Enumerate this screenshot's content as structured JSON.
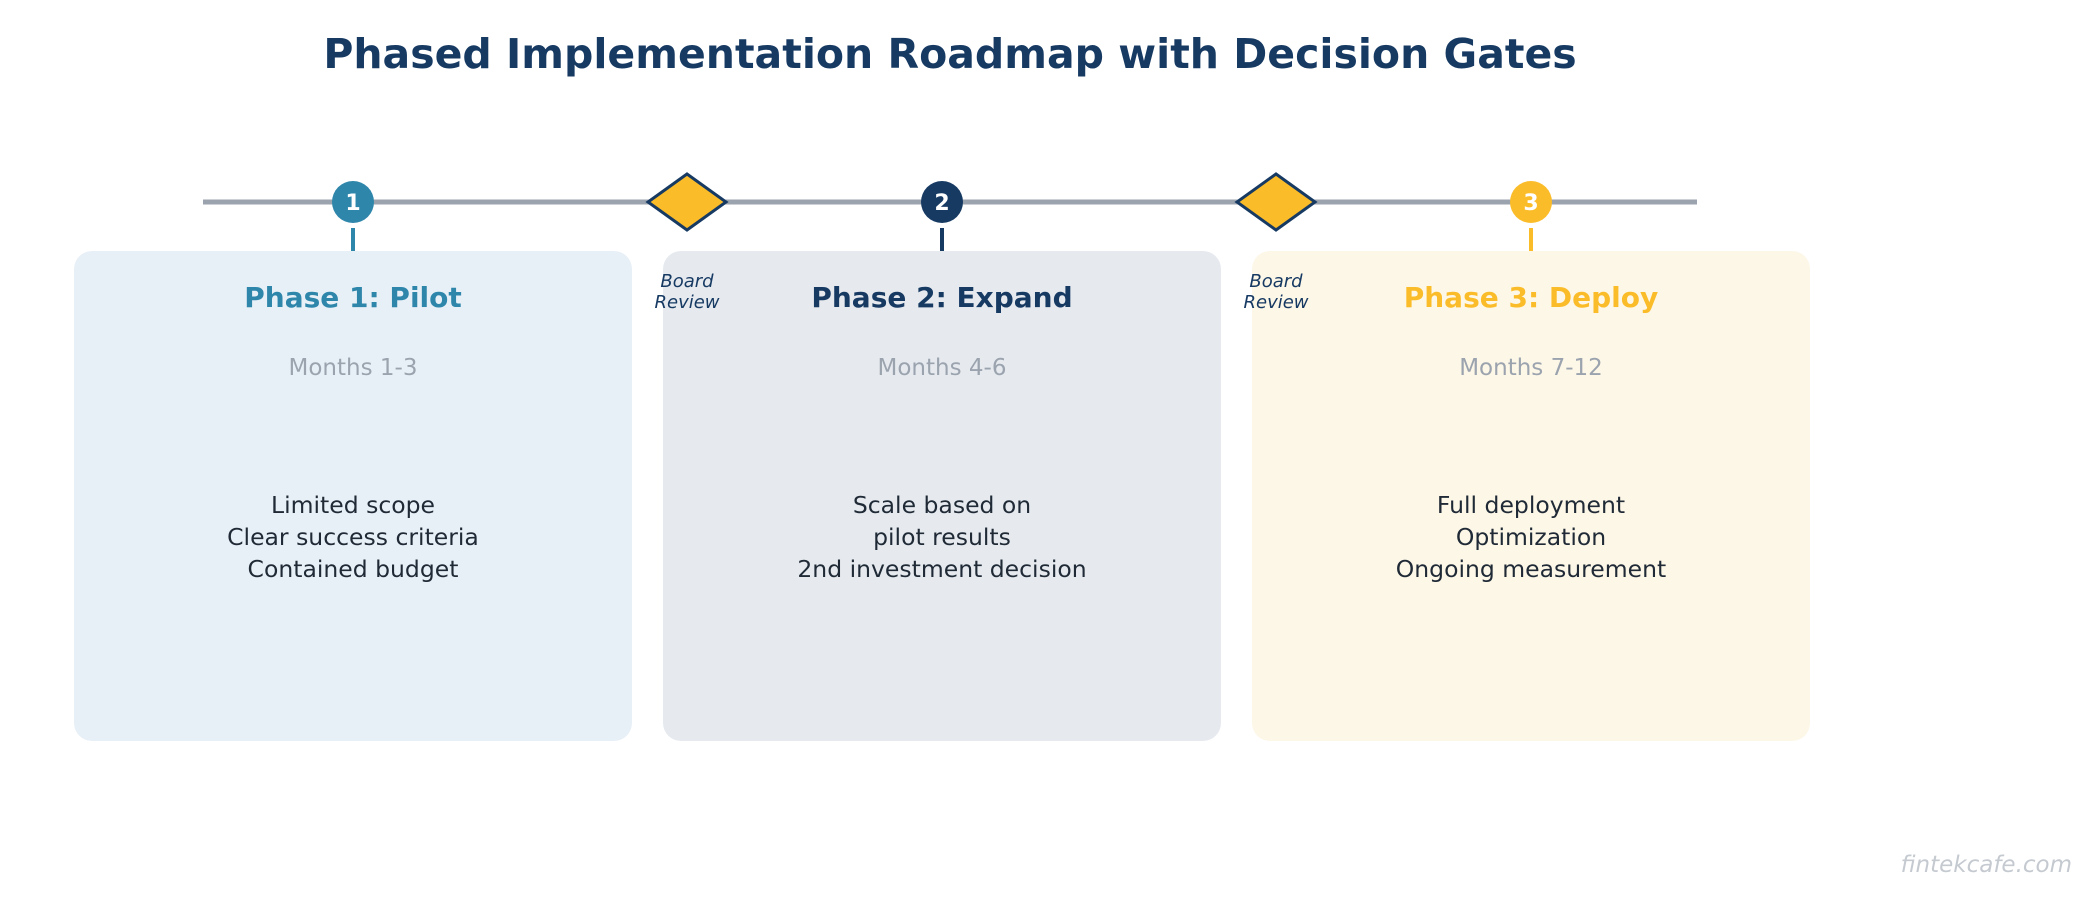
{
  "title": "Phased Implementation Roadmap with Decision Gates",
  "colors": {
    "title": "#173a63",
    "timeline": "#9ba3ae",
    "gate_fill": "#fbbc2a",
    "gate_stroke": "#173a63",
    "muted": "#9ba3ae"
  },
  "phases": [
    {
      "number": "1",
      "title": "Phase 1: Pilot",
      "period": "Months 1-3",
      "details": [
        "Limited scope",
        "Clear success criteria",
        "Contained budget"
      ],
      "accent": "#2e86ab",
      "background": "#e8f0f7"
    },
    {
      "number": "2",
      "title": "Phase 2: Expand",
      "period": "Months 4-6",
      "details": [
        "Scale based on",
        "pilot results",
        "2nd investment decision"
      ],
      "accent": "#173a63",
      "background": "#e6eaef"
    },
    {
      "number": "3",
      "title": "Phase 3: Deploy",
      "period": "Months 7-12",
      "details": [
        "Full deployment",
        "Optimization",
        "Ongoing measurement"
      ],
      "accent": "#fbbc2a",
      "background": "#fdf7e7"
    }
  ],
  "gates": [
    {
      "label_line1": "Board",
      "label_line2": "Review"
    },
    {
      "label_line1": "Board",
      "label_line2": "Review"
    }
  ],
  "watermark": "fintekcafe.com"
}
